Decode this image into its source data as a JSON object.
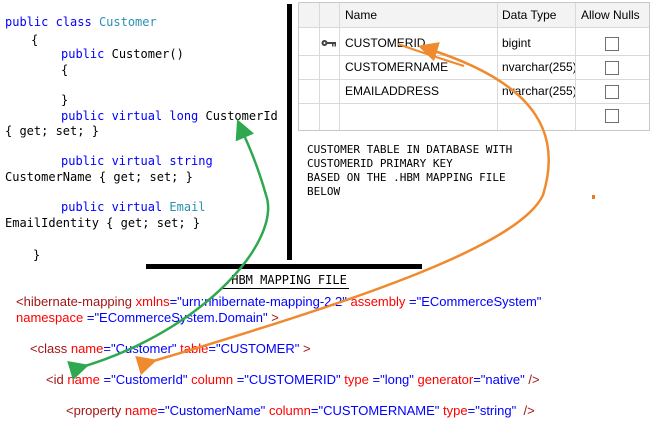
{
  "code": {
    "line1": {
      "kw": "public class",
      "name": "Customer"
    },
    "line2": "{",
    "line3": {
      "kw": "public",
      "rest": "Customer()"
    },
    "line4": "{",
    "line5": "}",
    "line6": {
      "kw": "public virtual long",
      "rest": "CustomerId"
    },
    "line7": "{ get; set; }",
    "line8": {
      "kw": "public virtual string"
    },
    "line9": "CustomerName { get; set; }",
    "line10": {
      "kw": "public virtual",
      "type": "Email"
    },
    "line11": "EmailIdentity { get; set; }",
    "line12": "}"
  },
  "table": {
    "headers": [
      "Name",
      "Data Type",
      "Allow Nulls"
    ],
    "rows": [
      {
        "name": "CUSTOMERID",
        "type": "bigint",
        "primary_key": true
      },
      {
        "name": "CUSTOMERNAME",
        "type": "nvarchar(255)",
        "primary_key": false
      },
      {
        "name": "EMAILADDRESS",
        "type": "nvarchar(255)",
        "primary_key": false
      },
      {
        "name": "",
        "type": "",
        "primary_key": false
      }
    ]
  },
  "note": [
    "CUSTOMER TABLE IN DATABASE WITH",
    "CUSTOMERID PRIMARY KEY",
    "BASED ON THE .HBM MAPPING FILE",
    "BELOW"
  ],
  "hbm_title": ".HBM MAPPING FILE",
  "xml": {
    "l1": {
      "tag": "<hibernate-mapping",
      "a1": "xmlns",
      "v1": "\"urn:nhibernate-mapping-2.2\"",
      "a2": "assembly",
      "v2": "\"ECommerceSystem\""
    },
    "l2": {
      "a": "namespace",
      "v": "\"ECommerceSystem.Domain\"",
      "end": ">"
    },
    "l3": {
      "tag": "<class",
      "a1": "name",
      "v1": "\"Customer\"",
      "a2": "table",
      "v2": "\"CUSTOMER\"",
      "end": ">"
    },
    "l4": {
      "tag": "<id",
      "a1": "name",
      "v1": "\"CustomerId\"",
      "a2": "column",
      "v2": "\"CUSTOMERID\"",
      "a3": "type",
      "v3": "\"long\"",
      "a4": "generator",
      "v4": "\"native\"",
      "end": "/>"
    },
    "l5": {
      "tag": "<property",
      "a1": "name",
      "v1": "\"CustomerName\"",
      "a2": "column",
      "v2": "\"CUSTOMERNAME\"",
      "a3": "type",
      "v3": "\"string\"",
      "end": "/>"
    }
  },
  "colors": {
    "green_arrow": "#2fa84f",
    "orange_arrow": "#f08a2e"
  },
  "icons": [
    "primary-key-icon"
  ]
}
